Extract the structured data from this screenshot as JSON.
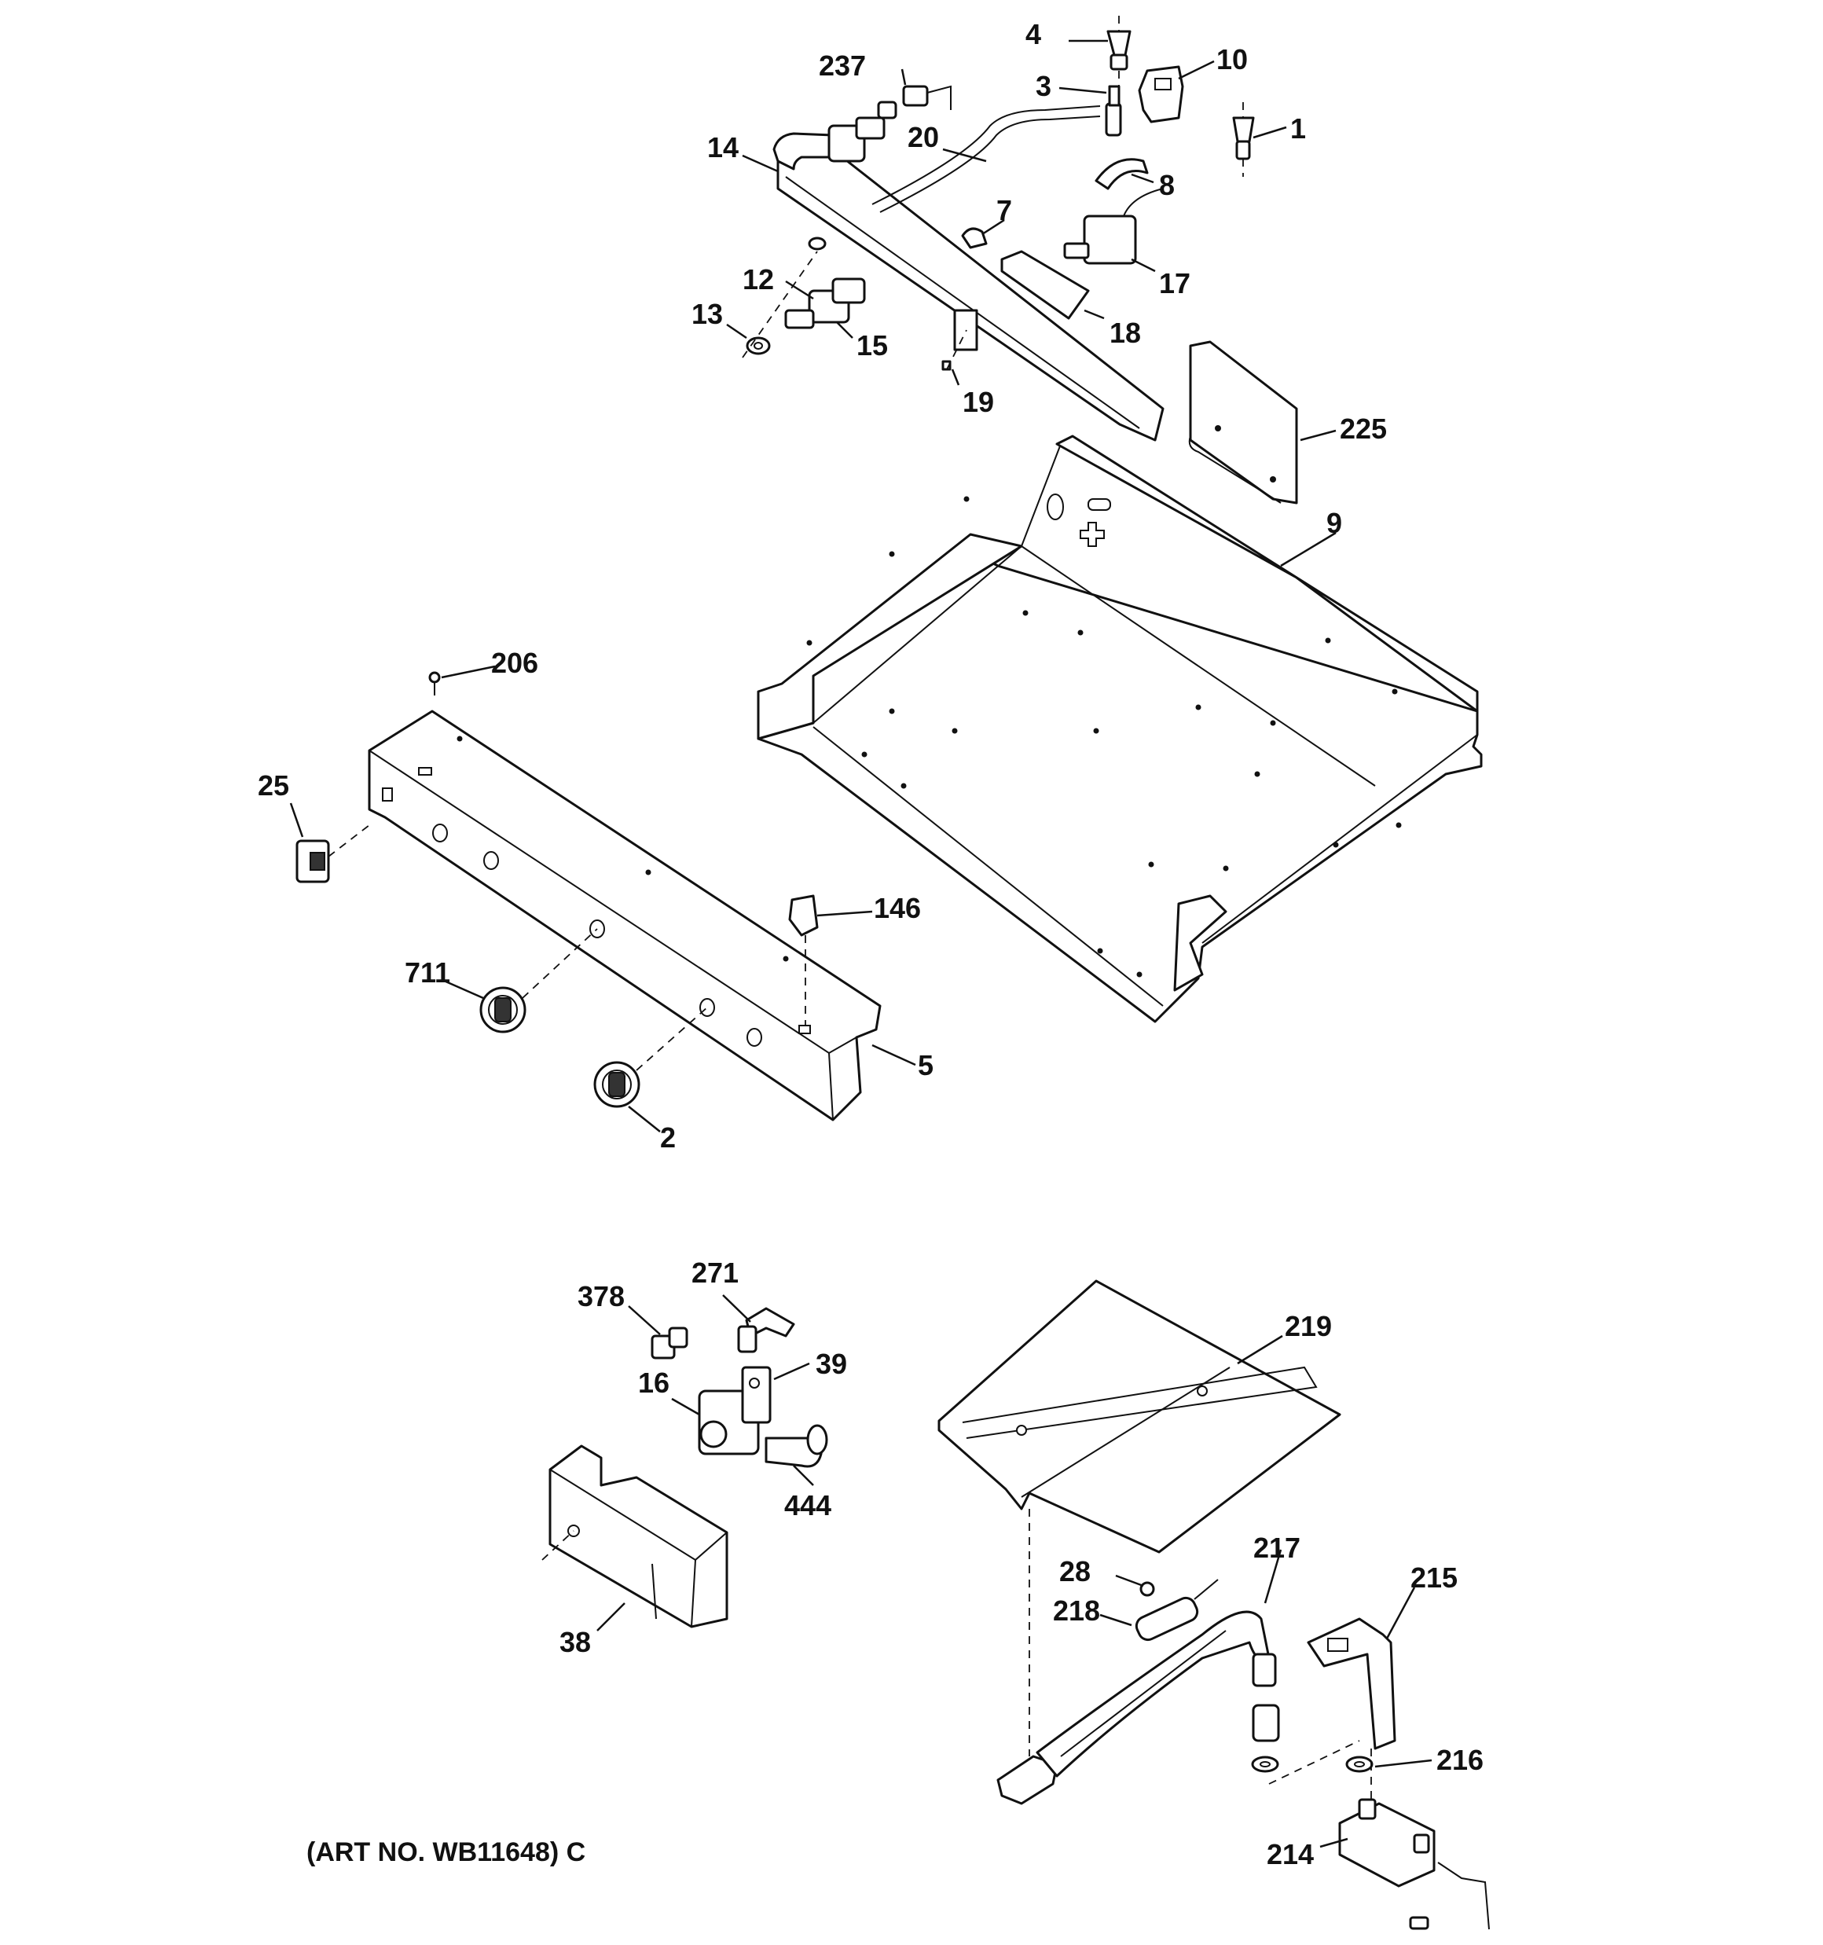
{
  "diagram": {
    "art_number": "(ART NO. WB11648) C",
    "callouts": {
      "p1": "1",
      "p2": "2",
      "p3": "3",
      "p4": "4",
      "p5": "5",
      "p7": "7",
      "p8": "8",
      "p9": "9",
      "p10": "10",
      "p12": "12",
      "p13": "13",
      "p14": "14",
      "p15": "15",
      "p16": "16",
      "p17": "17",
      "p18": "18",
      "p19": "19",
      "p20": "20",
      "p25": "25",
      "p28": "28",
      "p38": "38",
      "p39": "39",
      "p146": "146",
      "p206": "206",
      "p214": "214",
      "p215": "215",
      "p216": "216",
      "p217": "217",
      "p218": "218",
      "p219": "219",
      "p225": "225",
      "p237": "237",
      "p271": "271",
      "p378": "378",
      "p444": "444",
      "p711": "711"
    }
  }
}
